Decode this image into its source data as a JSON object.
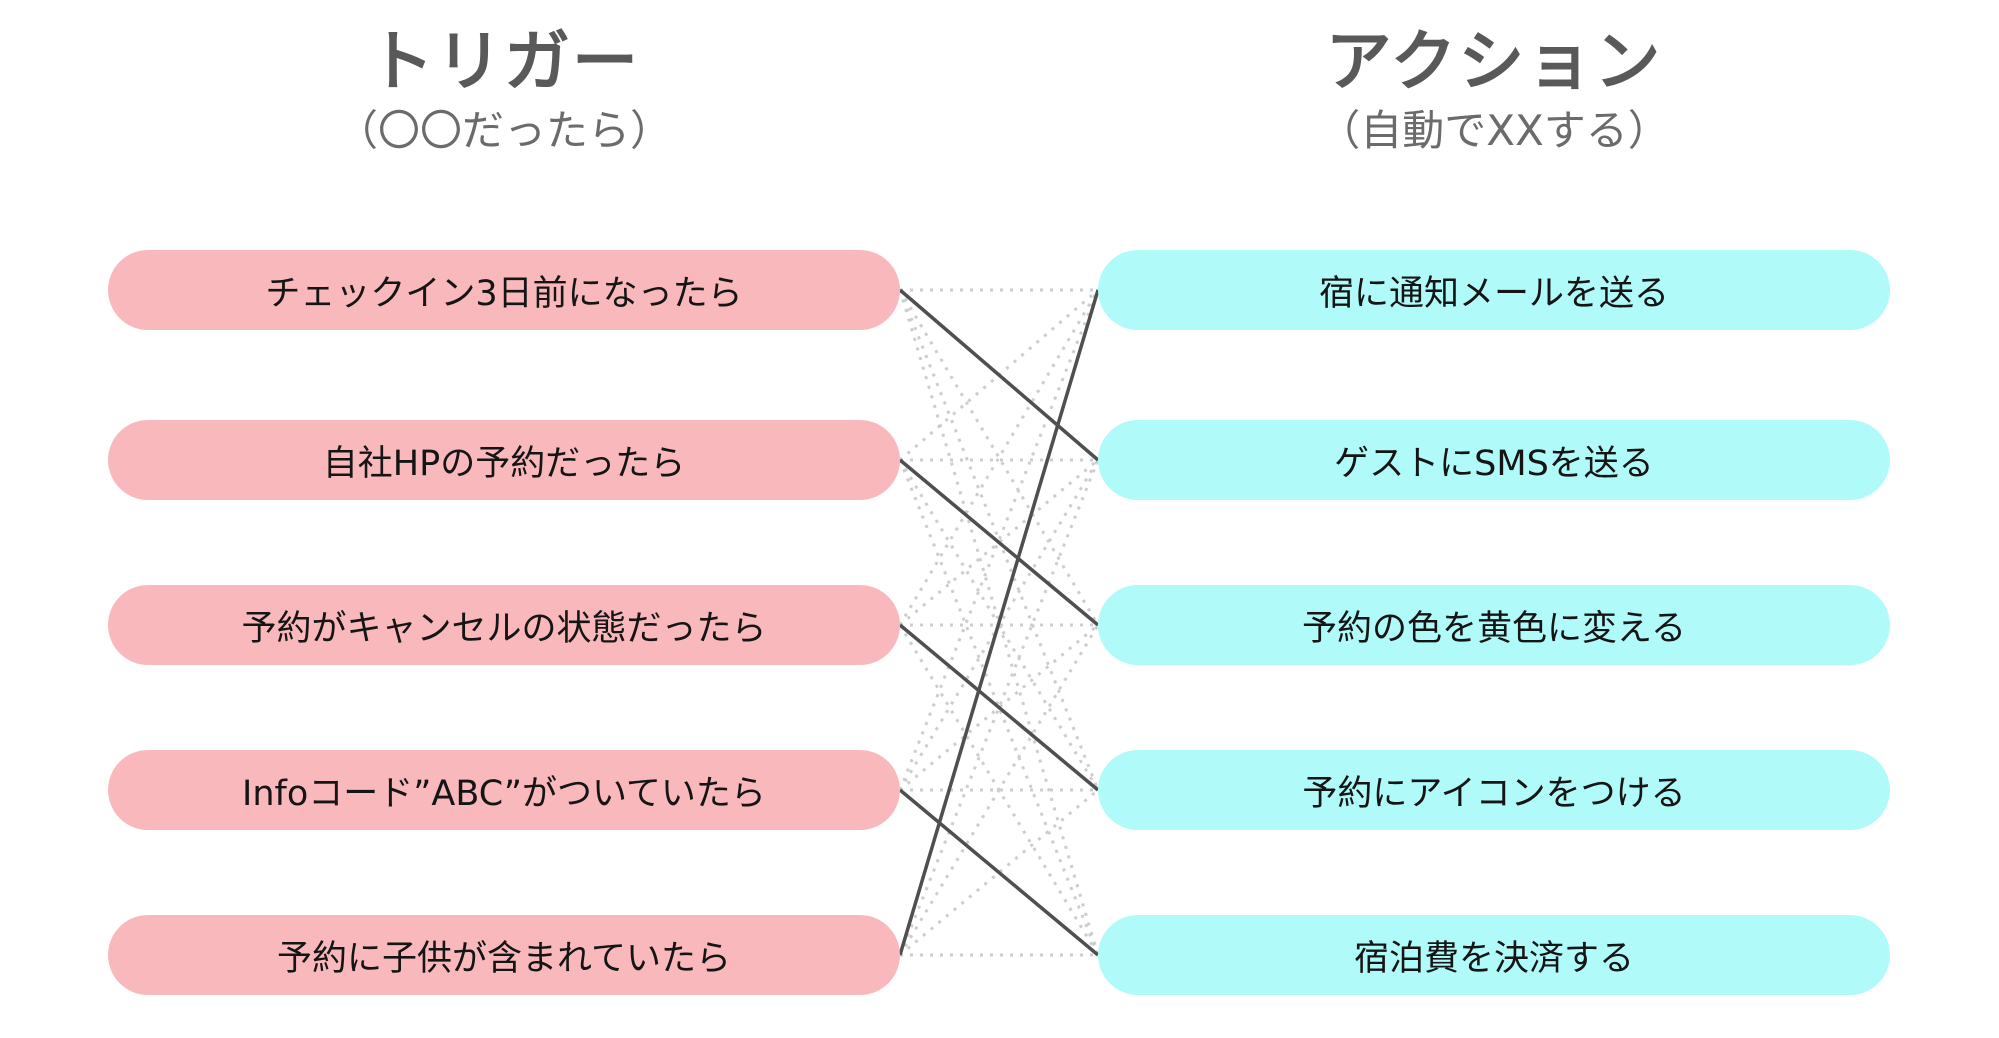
{
  "left_column": {
    "title": "トリガー",
    "subtitle": "（〇〇だったら）",
    "pill_color": "#f9b8bc",
    "items": [
      "チェックイン3日前になったら",
      "自社HPの予約だったら",
      "予約がキャンセルの状態だったら",
      "Infoコード”ABC”がついていたら",
      "予約に子供が含まれていたら"
    ]
  },
  "right_column": {
    "title": "アクション",
    "subtitle": "（自動でXXする）",
    "pill_color": "#b0fafa",
    "items": [
      "宿に通知メールを送る",
      "ゲストにSMSを送る",
      "予約の色を黄色に変える",
      "予約にアイコンをつける",
      "宿泊費を決済する"
    ]
  },
  "connections": {
    "solid_pairs": [
      [
        1,
        2
      ],
      [
        2,
        3
      ],
      [
        3,
        4
      ],
      [
        4,
        5
      ],
      [
        5,
        1
      ]
    ],
    "dotted_pairs": [
      [
        1,
        1
      ],
      [
        1,
        3
      ],
      [
        1,
        4
      ],
      [
        1,
        5
      ],
      [
        2,
        1
      ],
      [
        2,
        2
      ],
      [
        2,
        4
      ],
      [
        2,
        5
      ],
      [
        3,
        1
      ],
      [
        3,
        2
      ],
      [
        3,
        3
      ],
      [
        3,
        5
      ],
      [
        4,
        1
      ],
      [
        4,
        2
      ],
      [
        4,
        3
      ],
      [
        4,
        4
      ],
      [
        5,
        2
      ],
      [
        5,
        3
      ],
      [
        5,
        4
      ],
      [
        5,
        5
      ]
    ]
  },
  "colors": {
    "background": "#ffffff",
    "title_text": "#595959",
    "subtitle_text": "#6b6b6b",
    "pill_text": "#151515",
    "solid_line": "#4f4f4f",
    "dotted_line": "#cdcdcd"
  }
}
